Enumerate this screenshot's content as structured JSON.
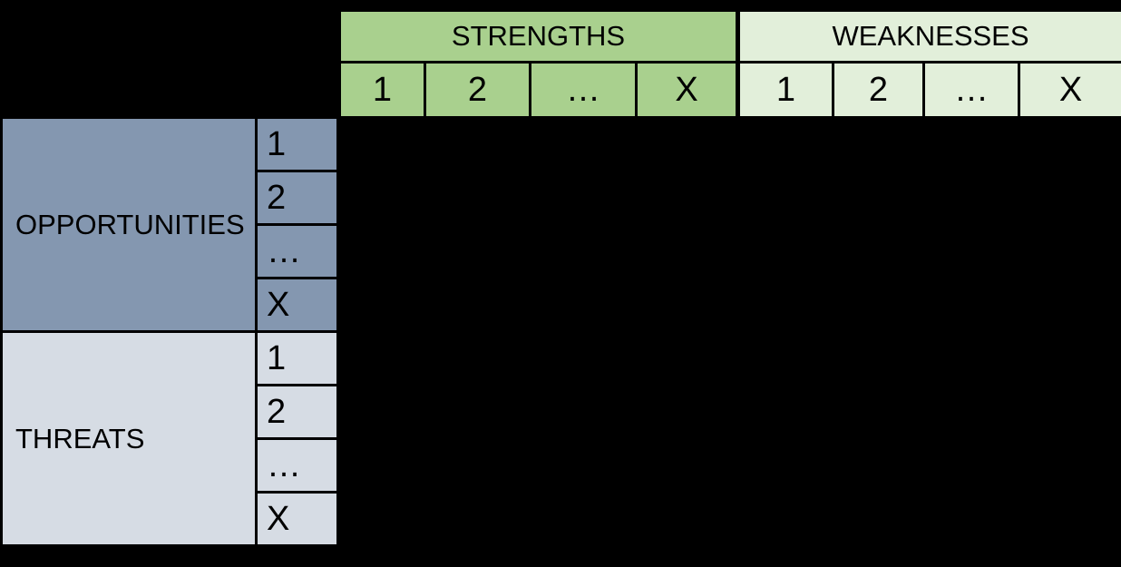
{
  "matrix": {
    "top": {
      "groups": [
        {
          "id": "strengths",
          "label": "STRENGTHS",
          "items": [
            "1",
            "2",
            "…",
            "X"
          ]
        },
        {
          "id": "weaknesses",
          "label": "WEAKNESSES",
          "items": [
            "1",
            "2",
            "…",
            "X"
          ]
        }
      ]
    },
    "side": {
      "groups": [
        {
          "id": "opportunities",
          "label": "OPPORTUNITIES",
          "items": [
            "1",
            "2",
            "…",
            "X"
          ]
        },
        {
          "id": "threats",
          "label": "THREATS",
          "items": [
            "1",
            "2",
            "…",
            "X"
          ]
        }
      ]
    },
    "body": {
      "note": ""
    }
  },
  "colors": {
    "background": "#000000",
    "border": "#000000",
    "text": "#000000",
    "strengths": "#a9d08e",
    "weaknesses": "#e2efda",
    "opportunities": "#8497b0",
    "threats": "#d6dce4"
  }
}
